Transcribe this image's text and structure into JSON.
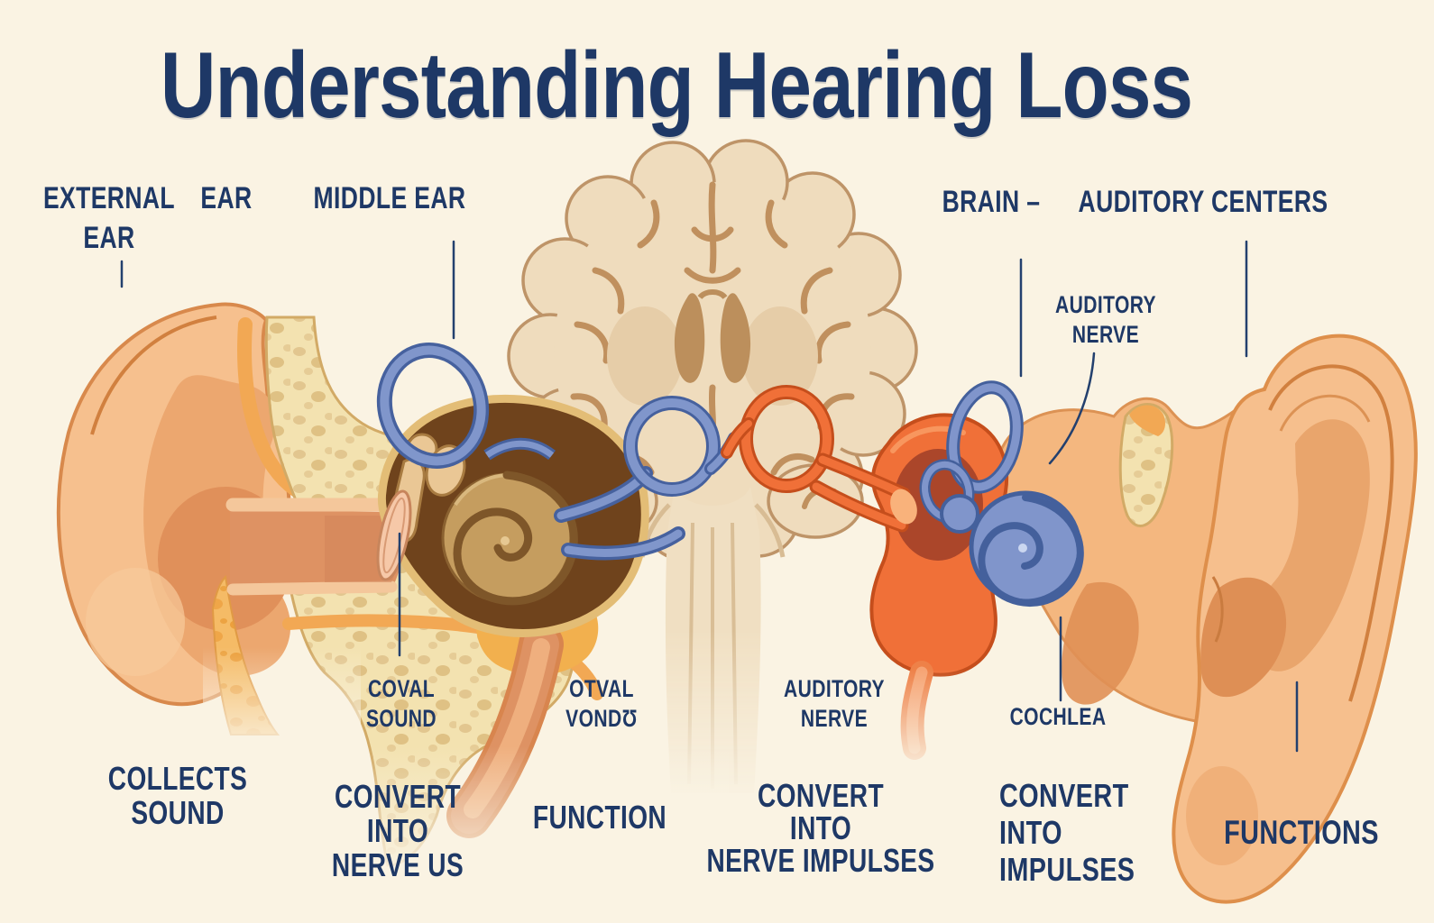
{
  "title": "Understanding Hearing Loss",
  "labels": {
    "external_ear": {
      "lines": [
        "EXTERNAL",
        "EAR"
      ]
    },
    "ear": {
      "lines": [
        "EAR"
      ]
    },
    "middle_ear": {
      "lines": [
        "MIDDLE EAR"
      ]
    },
    "brain": {
      "lines": [
        "BRAIN –"
      ]
    },
    "auditory_centers": {
      "lines": [
        "AUDITORY CENTERS"
      ]
    },
    "auditory_nerve_upper": {
      "lines": [
        "AUDITORY",
        "NERVE"
      ]
    },
    "eardrum_caption": {
      "lines": [
        "COVAL",
        "SOUND"
      ]
    },
    "oval_window_caption": {
      "lines": [
        "OTVAL",
        "VONDƱ"
      ]
    },
    "auditory_nerve_lower": {
      "lines": [
        "AUDITORY",
        "NERVE"
      ]
    },
    "cochlea": {
      "lines": [
        "COCHLEA"
      ]
    },
    "collects_sound": {
      "lines": [
        "COLLECTS",
        "SOUND"
      ]
    },
    "convert_into_nerve_us": {
      "lines": [
        "CONVERT",
        "INTO",
        "NERVE US"
      ]
    },
    "function": {
      "lines": [
        "FUNCTION"
      ]
    },
    "convert_into_nerve_impulses": {
      "lines": [
        "CONVERT",
        "INTO",
        "NERVE IMPULSES"
      ]
    },
    "convert_into_impulses": {
      "lines": [
        "CONVERT",
        "INTO",
        "IMPULSES"
      ]
    },
    "functions": {
      "lines": [
        "FUNCTIONS"
      ]
    }
  },
  "palette": {
    "background": "#FAF3E3",
    "heading_text": "#1E3866",
    "label_text": "#1E3866",
    "leader_line": "#23406E",
    "skin": "#F6C08E",
    "skin_shadow": "#ECA76F",
    "bone": "#F3E2B0",
    "bone_texture": "#E2C68F",
    "cartilage_band": "#F2A854",
    "ear_canal": "#DE9263",
    "middle_ear_cavity": "#6F431C",
    "ossicle": "#EAC795",
    "cochlea_gold": "#C59D5F",
    "nerve_blue": "#8095CB",
    "nerve_blue_outline": "#46619E",
    "nerve_orange": "#F07038",
    "nerve_orange_outline": "#C54E1C",
    "inner_ear_red": "#A34129",
    "brain": "#EFDCBD",
    "brain_sulci": "#C0905E"
  }
}
